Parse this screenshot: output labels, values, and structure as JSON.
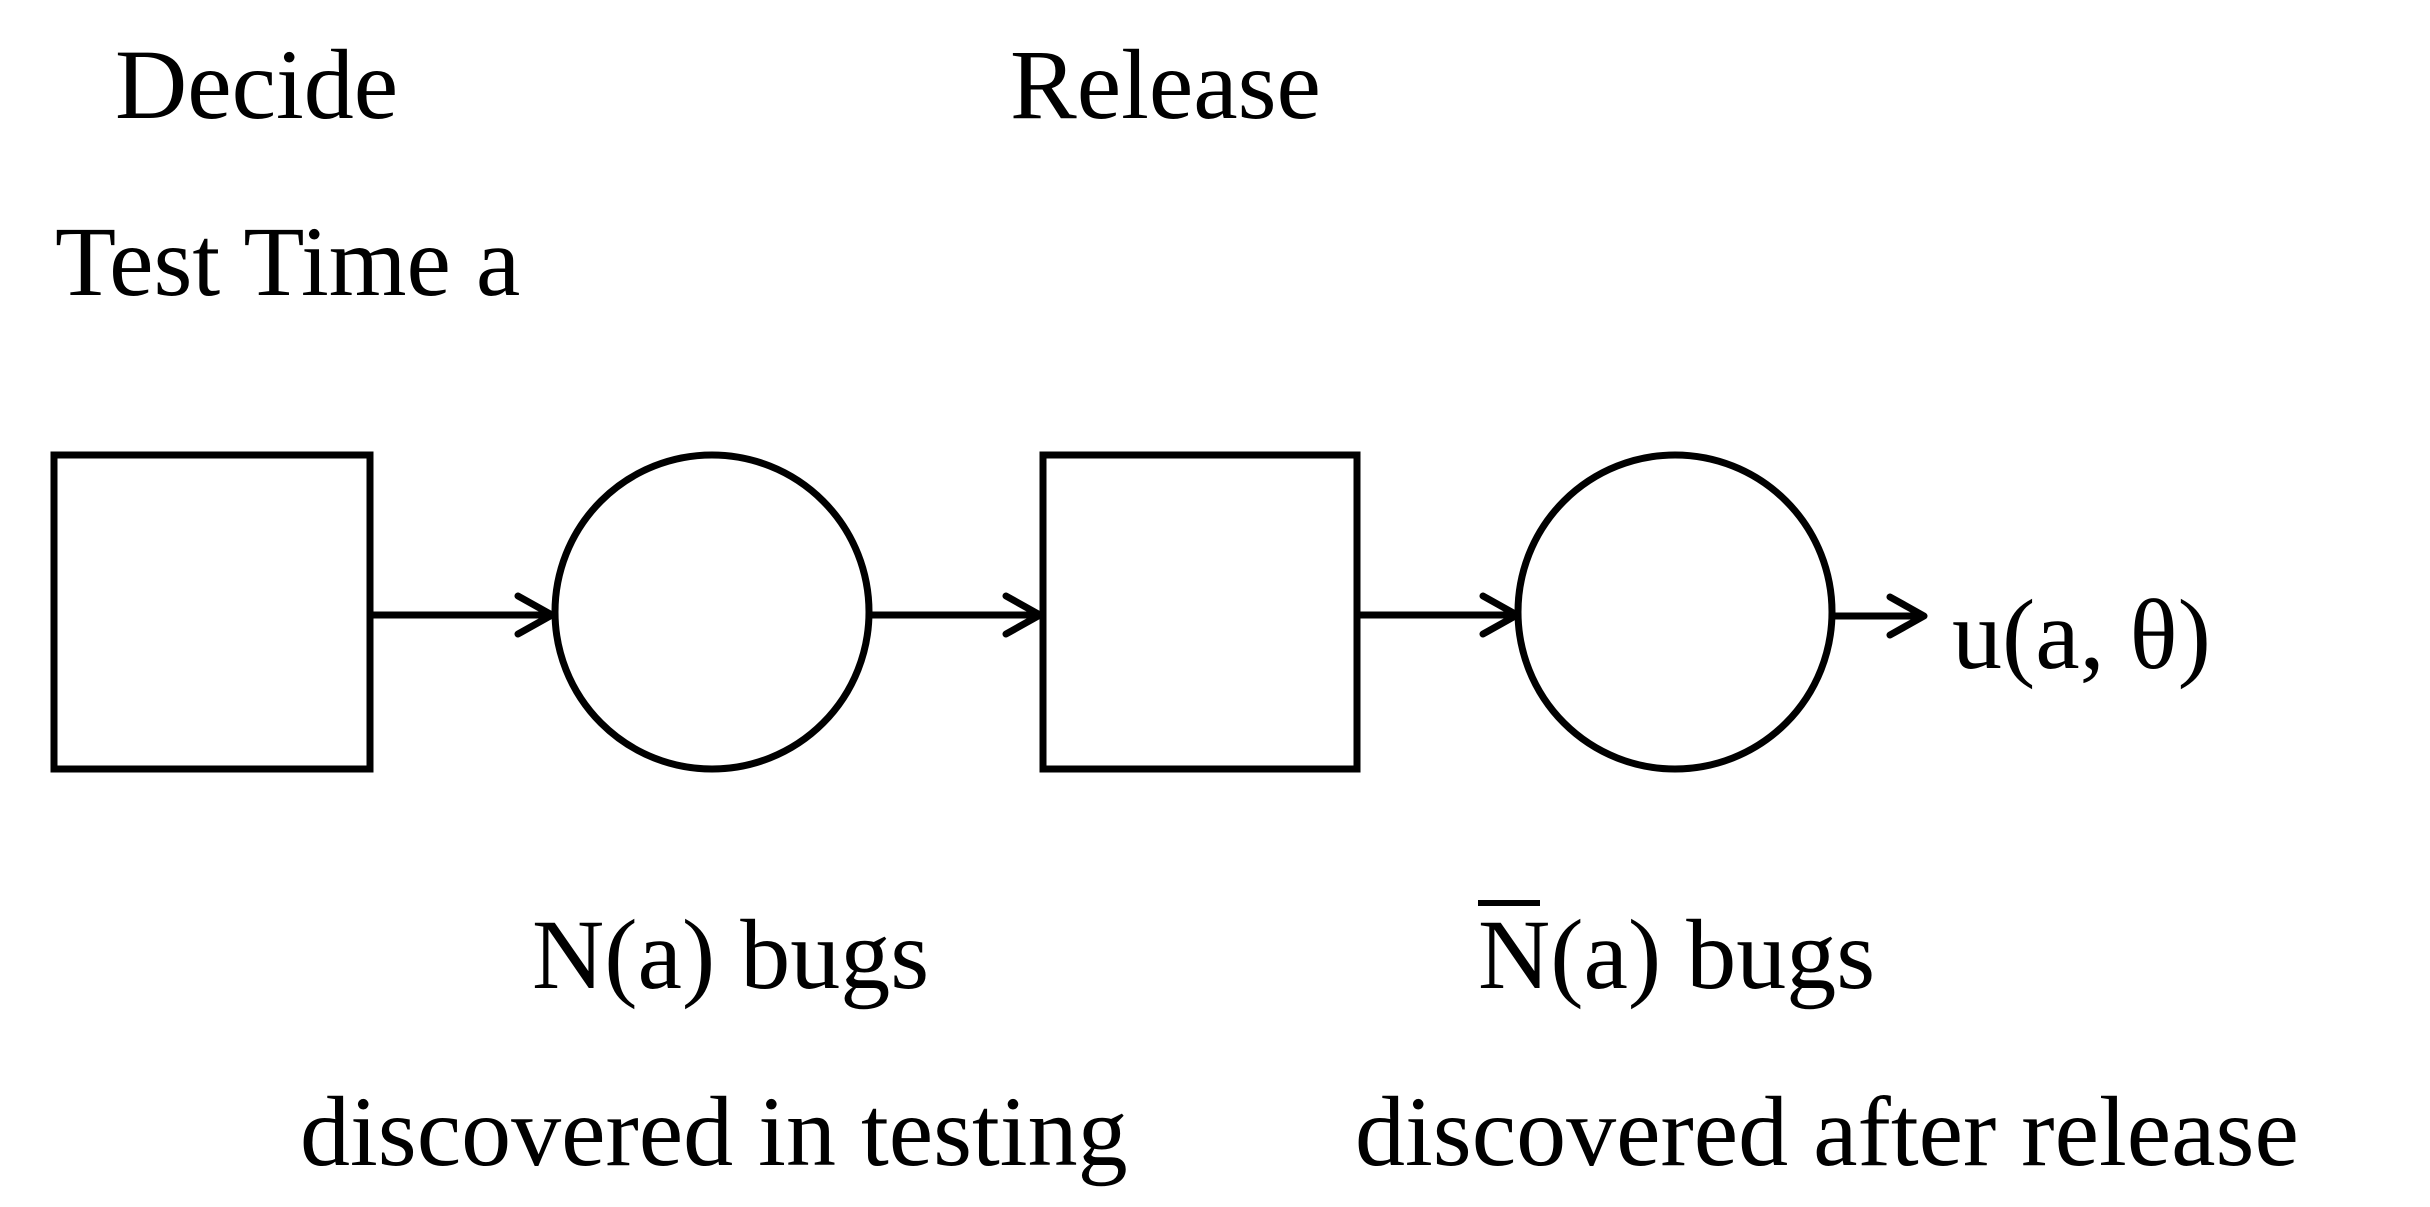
{
  "diagram": {
    "nodes": {
      "decide": {
        "shape": "square",
        "label_line1": "Decide",
        "label_line2": "Test Time a"
      },
      "testing": {
        "shape": "circle",
        "label_line1": "N(a) bugs",
        "label_line2": "discovered in testing"
      },
      "release": {
        "shape": "square",
        "label_line1": "Release"
      },
      "after_release": {
        "shape": "circle",
        "label_overbar": "N",
        "label_line1_rest": "(a) bugs",
        "label_line2": "discovered after release"
      }
    },
    "utility_label": "u(a, θ)",
    "edges": [
      {
        "from": "decide",
        "to": "testing"
      },
      {
        "from": "testing",
        "to": "release"
      },
      {
        "from": "release",
        "to": "after_release"
      },
      {
        "from": "after_release",
        "to": "utility"
      }
    ],
    "colors": {
      "stroke": "#000000",
      "text": "#000000",
      "background": "#ffffff"
    }
  }
}
